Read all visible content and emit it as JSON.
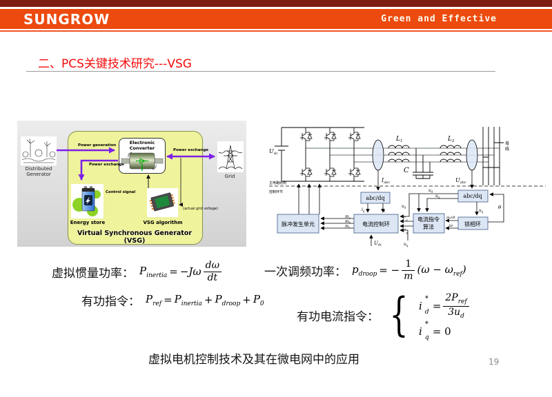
{
  "header": {
    "logo": "SUNGROW",
    "tagline": "Green and Effective"
  },
  "title": "二、PCS关键技术研究---VSG",
  "colors": {
    "brand_orange": "#ec4a0e",
    "top_bar_maroon": "#7e1d12",
    "title_red": "#f40b0b",
    "arrow_purple": "#7d1fe8",
    "vsg_box_yellow": "#eff39c",
    "block_fill": "#dce6f4",
    "block_border": "#3c5a86"
  },
  "vsg": {
    "distributed_generator_line1": "Distributed",
    "distributed_generator_line2": "Generator",
    "grid": "Grid",
    "converter": "Electronic Converter",
    "energy_store": "Energy store",
    "algorithm": "VSG algorithm",
    "container": "Virtual Synchronous Generator (VSG)",
    "power_generation": "Power generation",
    "power_exchange_store": "Power exchange",
    "power_exchange_grid": "Power exchange",
    "control_signal": "Control signal",
    "actual_grid_voltage": "(actual grid voltage)"
  },
  "circuit": {
    "udc": {
      "m": "U",
      "s": "dc"
    },
    "iabc": {
      "m": "I",
      "s": "abc"
    },
    "uabc": {
      "m": "U",
      "s": "abc"
    },
    "l1": {
      "m": "L",
      "s": "1"
    },
    "l2": {
      "m": "L",
      "s": "2"
    },
    "cap": "C",
    "bus1": "母",
    "bus2": "线",
    "zone_power": "主电路结构",
    "zone_control": "控制环节",
    "blocks": {
      "pulse": "脉冲发生单元",
      "abcdq_i": "abc/dq",
      "current_loop": "电流控制环",
      "cmd1": "电流指令",
      "cmd2": "算法",
      "abcdq_u": "abc/dq",
      "pll": "锁相环"
    },
    "sig": {
      "iq": {
        "m": "i",
        "s": "q"
      },
      "id": {
        "m": "i",
        "s": "d"
      },
      "ma": {
        "m": "m",
        "s": "a"
      },
      "mb": {
        "m": "m",
        "s": "b"
      },
      "mc": {
        "m": "m",
        "s": "c"
      },
      "udc": {
        "m": "U",
        "s": "dc"
      },
      "ud_rail": {
        "m": "u",
        "s": "d"
      },
      "uq_rail": {
        "m": "u",
        "s": "q"
      },
      "ud_loop": {
        "m": "u",
        "s": "d"
      },
      "uq_loop": {
        "m": "u",
        "s": "q"
      },
      "idref": {
        "m": "i",
        "sup": "*",
        "s": "d"
      },
      "iqref": {
        "m": "i",
        "sup": "*",
        "s": "q"
      },
      "domega": "dω/dt",
      "omega": "ω",
      "theta": "θ",
      "uq_pll": {
        "m": "u",
        "s": "q"
      }
    }
  },
  "formulas": {
    "inertia": {
      "label": "虚拟惯量功率：",
      "p": "P",
      "psub": "inertia",
      "eq": "=",
      "coef": "−Jω",
      "num": "dω",
      "den": "dt"
    },
    "droop": {
      "label": "一次调频功率：",
      "p": "p",
      "psub": "droop",
      "eq": "= −",
      "num": "1",
      "den": "m",
      "tail1": "(ω − ω",
      "tailsub": "ref",
      "tail2": ")"
    },
    "pref": {
      "label": "有功指令：",
      "t1": "P",
      "t1s": "ref",
      "eq": "=",
      "t2": "P",
      "t2s": "inertia",
      "op1": "+",
      "t3": "P",
      "t3s": "droop",
      "op2": "+",
      "t4": "P",
      "t4s": "0"
    },
    "icmd": {
      "label": "有功电流指令：",
      "brace": "{",
      "i1": "i",
      "i1sup": "*",
      "i1s": "d",
      "eq1": "=",
      "num": "2P",
      "nums": "ref",
      "den": "3u",
      "dens": "d",
      "i2": "i",
      "i2sup": "*",
      "i2s": "q",
      "eq2": "= 0"
    }
  },
  "caption": "虚拟电机控制技术及其在微电网中的应用",
  "page_number": "19"
}
